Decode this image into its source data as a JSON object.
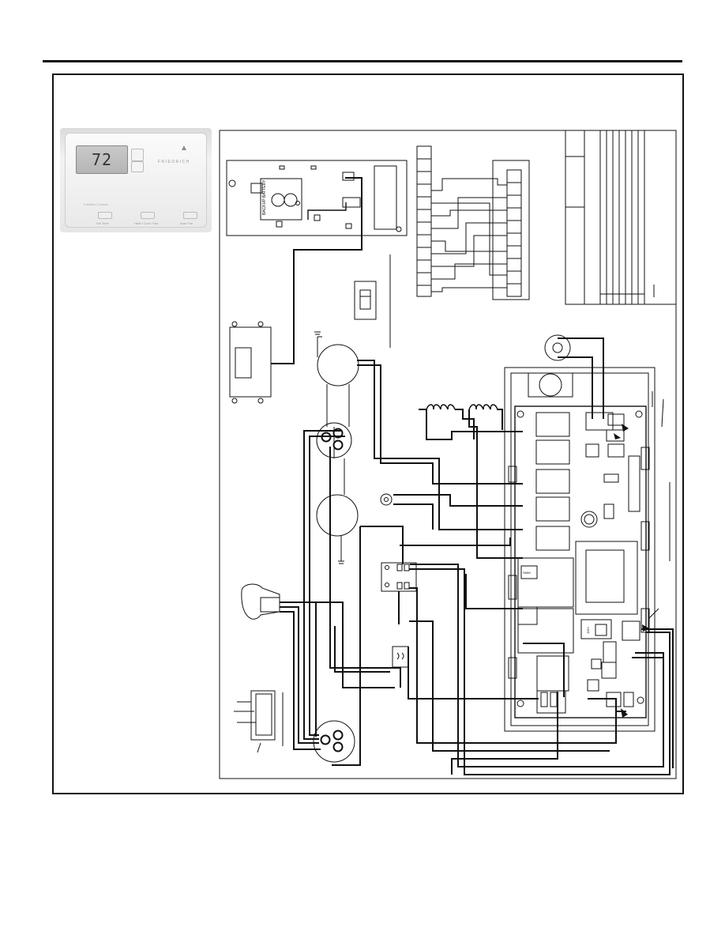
{
  "thermostat": {
    "display_temperature": "72",
    "brand": "FRIEDRICH",
    "ribbon_text": "Friedrich Comfort",
    "buttons": [
      {
        "caption": "Set Time"
      },
      {
        "caption": "Heat / Cool / Fan"
      },
      {
        "caption": "Auto Fan"
      }
    ]
  },
  "board_labels": {
    "battery": "BACKUP BATTERY",
    "relay_small": "SMW",
    "jumper": "115V"
  },
  "colors": {
    "line": "#111111",
    "wire_grey": "#555555",
    "fill_light": "#ffffff"
  }
}
